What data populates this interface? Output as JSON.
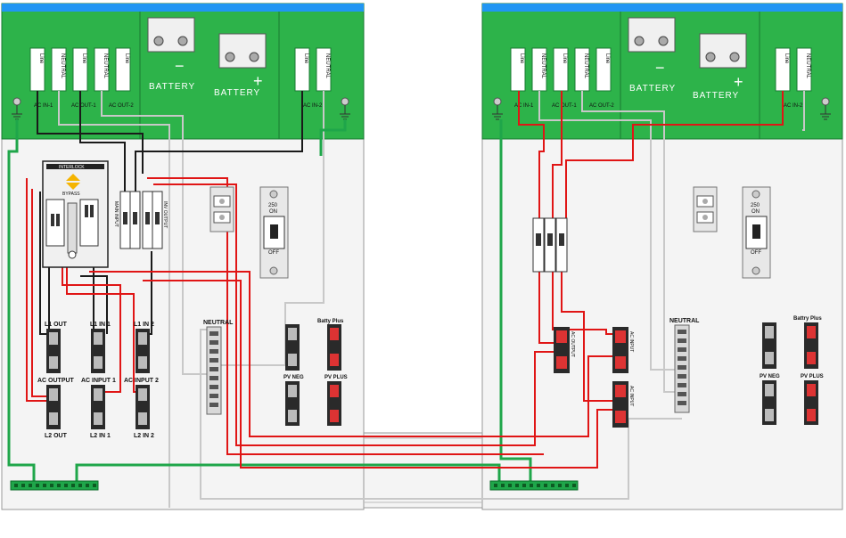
{
  "inverter_left": {
    "line_label": "Line",
    "neutral_label": "NEUTRAL",
    "ac_in_1": "AC IN-1",
    "ac_out_1": "AC OUT-1",
    "ac_out_2": "AC OUT-2",
    "ac_in_2": "AC IN-2",
    "battery": "BATTERY",
    "minus": "−",
    "plus": "+"
  },
  "inverter_right": {
    "line_label": "Line",
    "neutral_label": "NEUTRAL",
    "ac_in_1": "AC IN-1",
    "ac_out_1": "AC OUT-1",
    "ac_out_2": "AC OUT-2",
    "ac_in_2": "AC IN-2",
    "battery": "BATTERY",
    "minus": "−",
    "plus": "+"
  },
  "left_panel": {
    "bypass_title": "INTERLOCK",
    "bypass_label": "BYPASS",
    "breaker_label": "MAIN INPUT",
    "breaker_label_2": "INV OUTPUT",
    "l1_out": "L1 OUT",
    "l1_in_1": "L1 IN 1",
    "l1_in_2": "L1 IN 2",
    "ac_output": "AC OUTPUT",
    "ac_input_1": "AC INPUT 1",
    "ac_input_2": "AC INPUT 2",
    "l2_out": "L2 OUT",
    "l2_in_1": "L2 IN 1",
    "l2_in_2": "L2 IN 2",
    "neutral": "NEUTRAL",
    "batt_plus": "Batty Plus",
    "pv_neg": "PV NEG",
    "pv_plus": "PV PLUS",
    "dc_breaker_rating": "250",
    "dc_on": "ON",
    "dc_off": "OFF"
  },
  "right_panel": {
    "neutral": "NEUTRAL",
    "batt_plus": "Battry Plus",
    "pv_neg": "PV NEG",
    "pv_plus": "PV PLUS",
    "dc_breaker_rating": "250",
    "dc_on": "ON",
    "dc_off": "OFF",
    "bus_label_1": "AC OUTPUT",
    "bus_label_2": "AC INPUT",
    "bus_label_3": "AC INPUT"
  },
  "colors": {
    "inverter_green": "#2db34a",
    "inverter_top": "#2196f3",
    "wire_red": "#e01515",
    "wire_black": "#1a1a1a",
    "wire_green": "#1fa64a",
    "wire_gray": "#c8c8c8"
  }
}
